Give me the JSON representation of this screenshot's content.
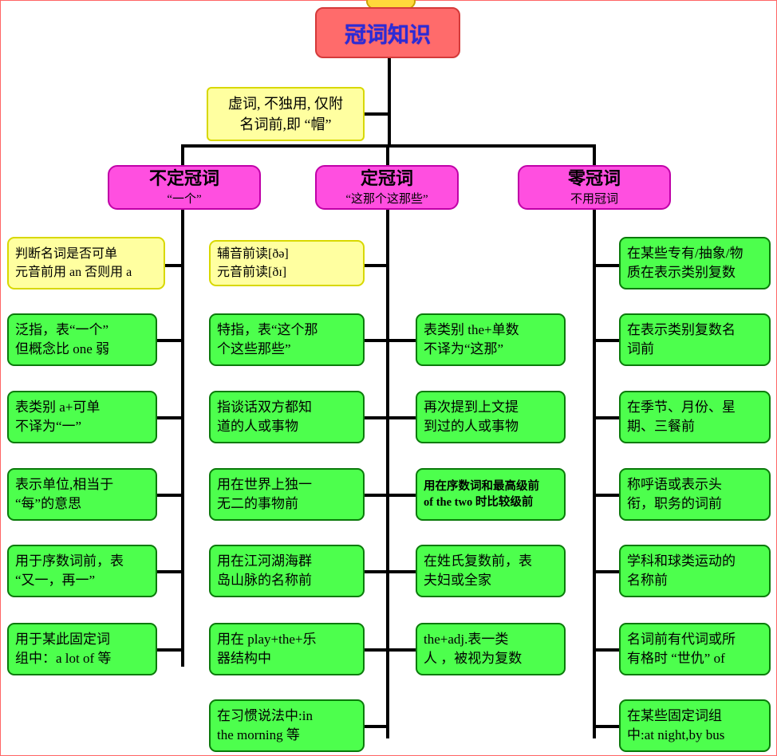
{
  "title": "冠词知识",
  "note": {
    "line1": "虚词, 不独用, 仅附",
    "line2": "名词前,即 “帽”"
  },
  "categories": [
    {
      "name": "不定冠词",
      "sub": "“一个”"
    },
    {
      "name": "定冠词",
      "sub": "“这那个这那些”"
    },
    {
      "name": "零冠词",
      "sub": "不用冠词"
    }
  ],
  "column_indefinite": [
    {
      "line1": "判断名词是否可单",
      "line2": "元音前用 an 否则用 a",
      "style": "yellow"
    },
    {
      "line1": "泛指，表“一个”",
      "line2": "但概念比 one 弱",
      "style": "green"
    },
    {
      "line1": "表类别 a+可单",
      "line2": "不译为“一”",
      "style": "green"
    },
    {
      "line1": "表示单位,相当于",
      "line2": "“每”的意思",
      "style": "green"
    },
    {
      "line1": "用于序数词前，表",
      "line2": "“又一，再一”",
      "style": "green"
    },
    {
      "line1": "用于某此固定词",
      "line2": "组中：a lot of 等",
      "style": "green"
    }
  ],
  "column_definite_left": [
    {
      "line1": "辅音前读[ðə]",
      "line2": "元音前读[ðɪ]",
      "style": "yellow"
    },
    {
      "line1": "特指，表“这个那",
      "line2": "个这些那些”",
      "style": "green"
    },
    {
      "line1": "指谈话双方都知",
      "line2": "道的人或事物",
      "style": "green"
    },
    {
      "line1": "用在世界上独一",
      "line2": "无二的事物前",
      "style": "green"
    },
    {
      "line1": "用在江河湖海群",
      "line2": "岛山脉的名称前",
      "style": "green"
    },
    {
      "line1": "用在 play+the+乐",
      "line2": "器结构中",
      "style": "green"
    },
    {
      "line1": "在习惯说法中:in",
      "line2": "the morning 等",
      "style": "green"
    }
  ],
  "column_definite_right": [
    {
      "line1": "表类别 the+单数",
      "line2": "不译为“这那”",
      "style": "green"
    },
    {
      "line1": "再次提到上文提",
      "line2": "到过的人或事物",
      "style": "green"
    },
    {
      "line1": "用在序数词和最高级前",
      "line2": "of the two 时比较级前",
      "style": "green-small"
    },
    {
      "line1": "在姓氏复数前，表",
      "line2": "夫妇或全家",
      "style": "green"
    },
    {
      "line1": "the+adj.表一类",
      "line2": "人 ，被视为复数",
      "style": "green"
    }
  ],
  "column_zero": [
    {
      "line1": "在某些专有/抽象/物",
      "line2": "质在表示类别复数",
      "style": "green"
    },
    {
      "line1": "在表示类别复数名",
      "line2": "词前",
      "style": "green"
    },
    {
      "line1": "在季节、月份、星",
      "line2": "期、三餐前",
      "style": "green"
    },
    {
      "line1": "称呼语或表示头",
      "line2": "衔，职务的词前",
      "style": "green"
    },
    {
      "line1": "学科和球类运动的",
      "line2": "名称前",
      "style": "green"
    },
    {
      "line1": "名词前有代词或所",
      "line2": "有格时 “世仇” of",
      "style": "green"
    },
    {
      "line1": "在某些固定词组",
      "line2": "中:at night,by bus",
      "style": "green"
    }
  ],
  "colors": {
    "root_bg": "#ff6b6b",
    "root_text": "#2b2bd6",
    "note_bg": "#ffffa0",
    "category_bg": "#ff4fe0",
    "leaf_bg": "#4dff4d",
    "border": "#000000"
  }
}
